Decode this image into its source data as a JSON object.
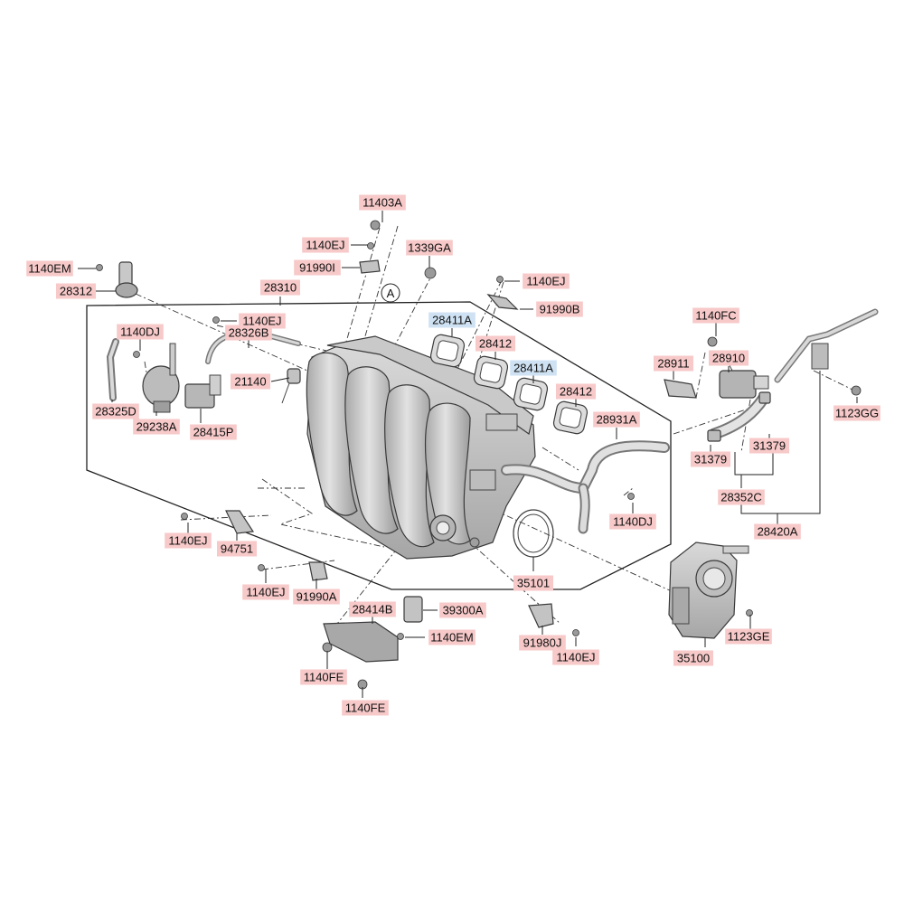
{
  "colors": {
    "label_bg_red": "#f7c9c9",
    "label_bg_blue": "#cfe2f3",
    "line": "#222222",
    "part_fill": "#d4d4d4",
    "part_shade": "#a9a9a9"
  },
  "callout_ref": "A",
  "labels": [
    {
      "id": "11403A",
      "text": "11403A",
      "bg": "red"
    },
    {
      "id": "1140EJ_a",
      "text": "1140EJ",
      "bg": "red"
    },
    {
      "id": "1339GA",
      "text": "1339GA",
      "bg": "red"
    },
    {
      "id": "91990I",
      "text": "91990I",
      "bg": "red"
    },
    {
      "id": "1140EM_a",
      "text": "1140EM",
      "bg": "red"
    },
    {
      "id": "28312",
      "text": "28312",
      "bg": "red"
    },
    {
      "id": "28310",
      "text": "28310",
      "bg": "red"
    },
    {
      "id": "1140EJ_b",
      "text": "1140EJ",
      "bg": "red"
    },
    {
      "id": "91990B",
      "text": "91990B",
      "bg": "red"
    },
    {
      "id": "28411A_a",
      "text": "28411A",
      "bg": "blue"
    },
    {
      "id": "28412_a",
      "text": "28412",
      "bg": "red"
    },
    {
      "id": "28411A_b",
      "text": "28411A",
      "bg": "blue"
    },
    {
      "id": "28412_b",
      "text": "28412",
      "bg": "red"
    },
    {
      "id": "1140FC",
      "text": "1140FC",
      "bg": "red"
    },
    {
      "id": "28911",
      "text": "28911",
      "bg": "red"
    },
    {
      "id": "28910",
      "text": "28910",
      "bg": "red"
    },
    {
      "id": "1123GG",
      "text": "1123GG",
      "bg": "red"
    },
    {
      "id": "1140DJ_a",
      "text": "1140DJ",
      "bg": "red"
    },
    {
      "id": "1140EJ_c",
      "text": "1140EJ",
      "bg": "red"
    },
    {
      "id": "28326B",
      "text": "28326B",
      "bg": "red"
    },
    {
      "id": "21140",
      "text": "21140",
      "bg": "red"
    },
    {
      "id": "28325D",
      "text": "28325D",
      "bg": "red"
    },
    {
      "id": "29238A",
      "text": "29238A",
      "bg": "red"
    },
    {
      "id": "28415P",
      "text": "28415P",
      "bg": "red"
    },
    {
      "id": "28931A",
      "text": "28931A",
      "bg": "red"
    },
    {
      "id": "31379_a",
      "text": "31379",
      "bg": "red"
    },
    {
      "id": "31379_b",
      "text": "31379",
      "bg": "red"
    },
    {
      "id": "28352C",
      "text": "28352C",
      "bg": "red"
    },
    {
      "id": "1140DJ_b",
      "text": "1140DJ",
      "bg": "red"
    },
    {
      "id": "28420A",
      "text": "28420A",
      "bg": "red"
    },
    {
      "id": "1140EJ_d",
      "text": "1140EJ",
      "bg": "red"
    },
    {
      "id": "94751",
      "text": "94751",
      "bg": "red"
    },
    {
      "id": "35101",
      "text": "35101",
      "bg": "red"
    },
    {
      "id": "1140EJ_e",
      "text": "1140EJ",
      "bg": "red"
    },
    {
      "id": "91990A",
      "text": "91990A",
      "bg": "red"
    },
    {
      "id": "28414B",
      "text": "28414B",
      "bg": "red"
    },
    {
      "id": "39300A",
      "text": "39300A",
      "bg": "red"
    },
    {
      "id": "1140EM_b",
      "text": "1140EM",
      "bg": "red"
    },
    {
      "id": "91980J",
      "text": "91980J",
      "bg": "red"
    },
    {
      "id": "1140EJ_f",
      "text": "1140EJ",
      "bg": "red"
    },
    {
      "id": "35100",
      "text": "35100",
      "bg": "red"
    },
    {
      "id": "1123GE",
      "text": "1123GE",
      "bg": "red"
    },
    {
      "id": "1140FE_a",
      "text": "1140FE",
      "bg": "red"
    },
    {
      "id": "1140FE_b",
      "text": "1140FE",
      "bg": "red"
    }
  ]
}
